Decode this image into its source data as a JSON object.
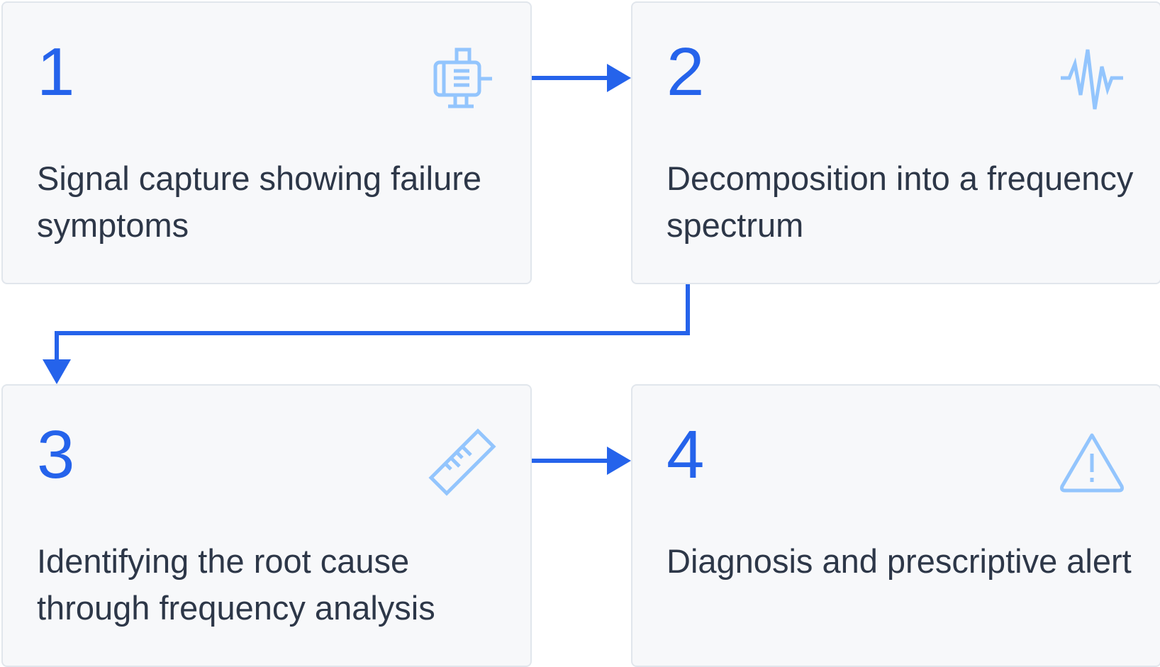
{
  "steps": [
    {
      "number": "1",
      "text": "Signal capture showing failure symptoms",
      "icon": "motor-icon"
    },
    {
      "number": "2",
      "text": "Decomposition into a frequency spectrum",
      "icon": "waveform-icon"
    },
    {
      "number": "3",
      "text": "Identifying the root cause through frequency analysis",
      "icon": "ruler-icon"
    },
    {
      "number": "4",
      "text": "Diagnosis and prescriptive alert",
      "icon": "warning-icon"
    }
  ],
  "colors": {
    "accent": "#2563eb",
    "icon": "#93c5fd",
    "text": "#2d3748",
    "card_background": "#f7f8fa",
    "card_border": "#e1e6ec"
  }
}
